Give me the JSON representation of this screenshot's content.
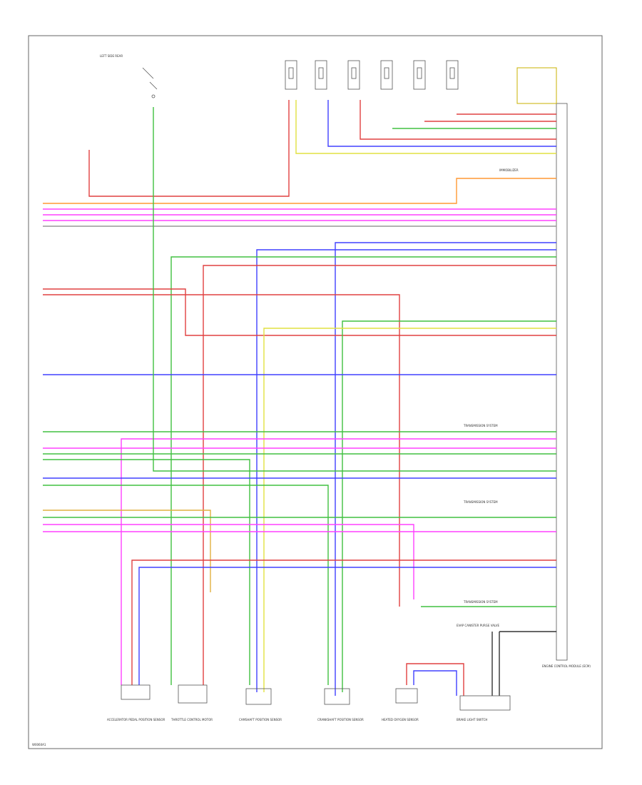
{
  "diagram": {
    "page_id": "W0060A1",
    "components": {
      "fuse_block": "LEFT SIDE REAR",
      "ecm": "ENGINE CONTROL MODULE (ECM)",
      "immobilizer": "IMMOBILIZER",
      "transmission_system": "TRANSMISSION SYSTEM",
      "accelerator_sensor": "ACCELERATOR PEDAL POSITION SENSOR",
      "brake_switch": "BRAKE LIGHT SWITCH",
      "cam_sensor_a": "CAMSHAFT POSITION SENSOR",
      "cam_sensor_b": "CRANKSHAFT POSITION SENSOR",
      "o2_heater": "HEATED OXYGEN SENSOR",
      "throttle_motor": "THROTTLE CONTROL MOTOR",
      "canister_valve": "EVAP CANISTER PURGE VALVE"
    }
  }
}
